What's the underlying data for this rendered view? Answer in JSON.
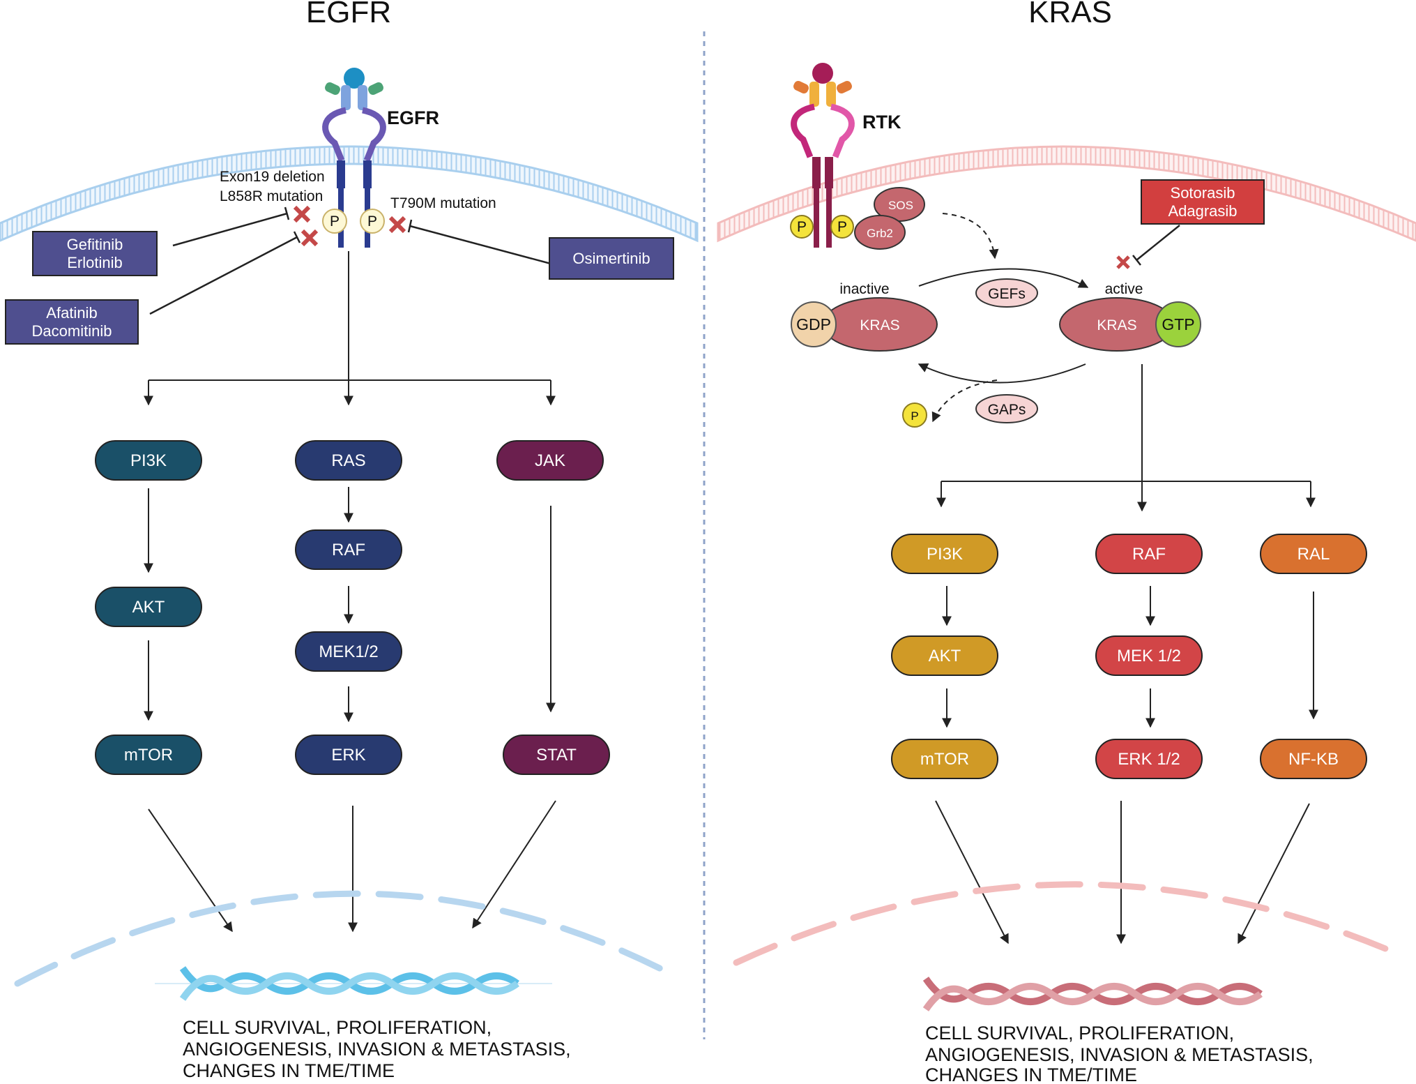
{
  "titles": {
    "left": "EGFR",
    "right": "KRAS"
  },
  "egfr": {
    "receptor_label": "EGFR",
    "mutation_1": "Exon19 deletion",
    "mutation_2": "L858R mutation",
    "mutation_3": "T790M mutation",
    "phospho": "P",
    "drugs": [
      {
        "line1": "Gefitinib",
        "line2": "Erlotinib"
      },
      {
        "line1": "Afatinib",
        "line2": "Dacomitinib"
      },
      {
        "line1": "Osimertinib",
        "line2": ""
      }
    ],
    "pathways": [
      {
        "nodes": [
          "PI3K",
          "AKT",
          "mTOR"
        ],
        "color": "#1a5068"
      },
      {
        "nodes": [
          "RAS",
          "RAF",
          "MEK1/2",
          "ERK"
        ],
        "color": "#283a70"
      },
      {
        "nodes": [
          "JAK",
          "STAT"
        ],
        "color": "#6b1f4e"
      }
    ],
    "outcome": [
      "CELL SURVIVAL, PROLIFERATION,",
      "ANGIOGENESIS, INVASION & METASTASIS,",
      "CHANGES IN TME/TIME"
    ]
  },
  "kras": {
    "receptor_label": "RTK",
    "phospho": "P",
    "sos": "SOS",
    "grb2": "Grb2",
    "drug": {
      "line1": "Sotorasib",
      "line2": "Adagrasib"
    },
    "inactive_label": "inactive",
    "active_label": "active",
    "kras_label": "KRAS",
    "gdp": "GDP",
    "gtp": "GTP",
    "gefs": "GEFs",
    "gaps": "GAPs",
    "pathways": [
      {
        "nodes": [
          "PI3K",
          "AKT",
          "mTOR"
        ],
        "color": "#d09a26"
      },
      {
        "nodes": [
          "RAF",
          "MEK 1/2",
          "ERK 1/2"
        ],
        "color": "#d24547"
      },
      {
        "nodes": [
          "RAL",
          "NF-KB"
        ],
        "color": "#d9712f"
      }
    ],
    "outcome": [
      "CELL SURVIVAL, PROLIFERATION,",
      "ANGIOGENESIS, INVASION & METASTASIS,",
      "CHANGES IN TME/TIME"
    ]
  },
  "colors": {
    "drug_box": "#4f4f8f",
    "kras_drug_box": "#d23f3f",
    "membrane_left": "#a9cfee",
    "membrane_right": "#f3bcbc",
    "dna_left": "#5cc0e8",
    "dna_right": "#c86d78",
    "kras_body": "#c4676e",
    "gdp": "#f1d3aa",
    "gtp": "#9bd23c",
    "phospho": "#f4e33b",
    "inhibit_x": "#c44848"
  }
}
